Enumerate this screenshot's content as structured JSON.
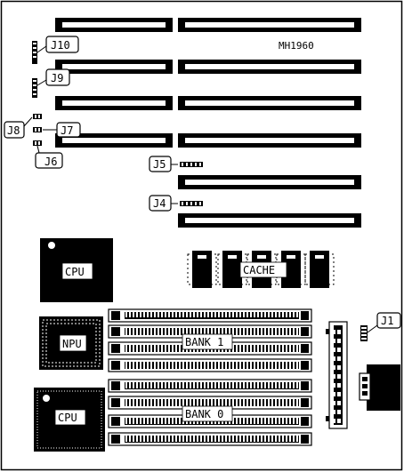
{
  "board": {
    "model": "MH1960"
  },
  "jumpers": {
    "j1": "J1",
    "j4": "J4",
    "j5": "J5",
    "j6": "J6",
    "j7": "J7",
    "j8": "J8",
    "j9": "J9",
    "j10": "J10"
  },
  "chips": {
    "cpu_top": "CPU",
    "npu": "NPU",
    "cpu_bottom": "CPU",
    "cache": "CACHE"
  },
  "memory": {
    "bank1": "BANK 1",
    "bank0": "BANK 0"
  }
}
